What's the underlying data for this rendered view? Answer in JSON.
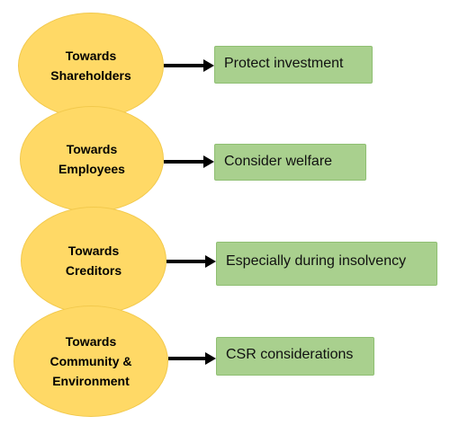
{
  "colors": {
    "ellipse_fill": "#ffd966",
    "box_fill": "#a9d08e",
    "arrow": "#000000"
  },
  "rows": [
    {
      "ellipse_lines": [
        "Towards",
        "Shareholders"
      ],
      "box_label": "Protect investment"
    },
    {
      "ellipse_lines": [
        "Towards",
        "Employees"
      ],
      "box_label": "Consider welfare"
    },
    {
      "ellipse_lines": [
        "Towards",
        "Creditors"
      ],
      "box_label": "Especially during insolvency"
    },
    {
      "ellipse_lines": [
        "Towards",
        "Community &",
        "Environment"
      ],
      "box_label": "CSR considerations"
    }
  ]
}
